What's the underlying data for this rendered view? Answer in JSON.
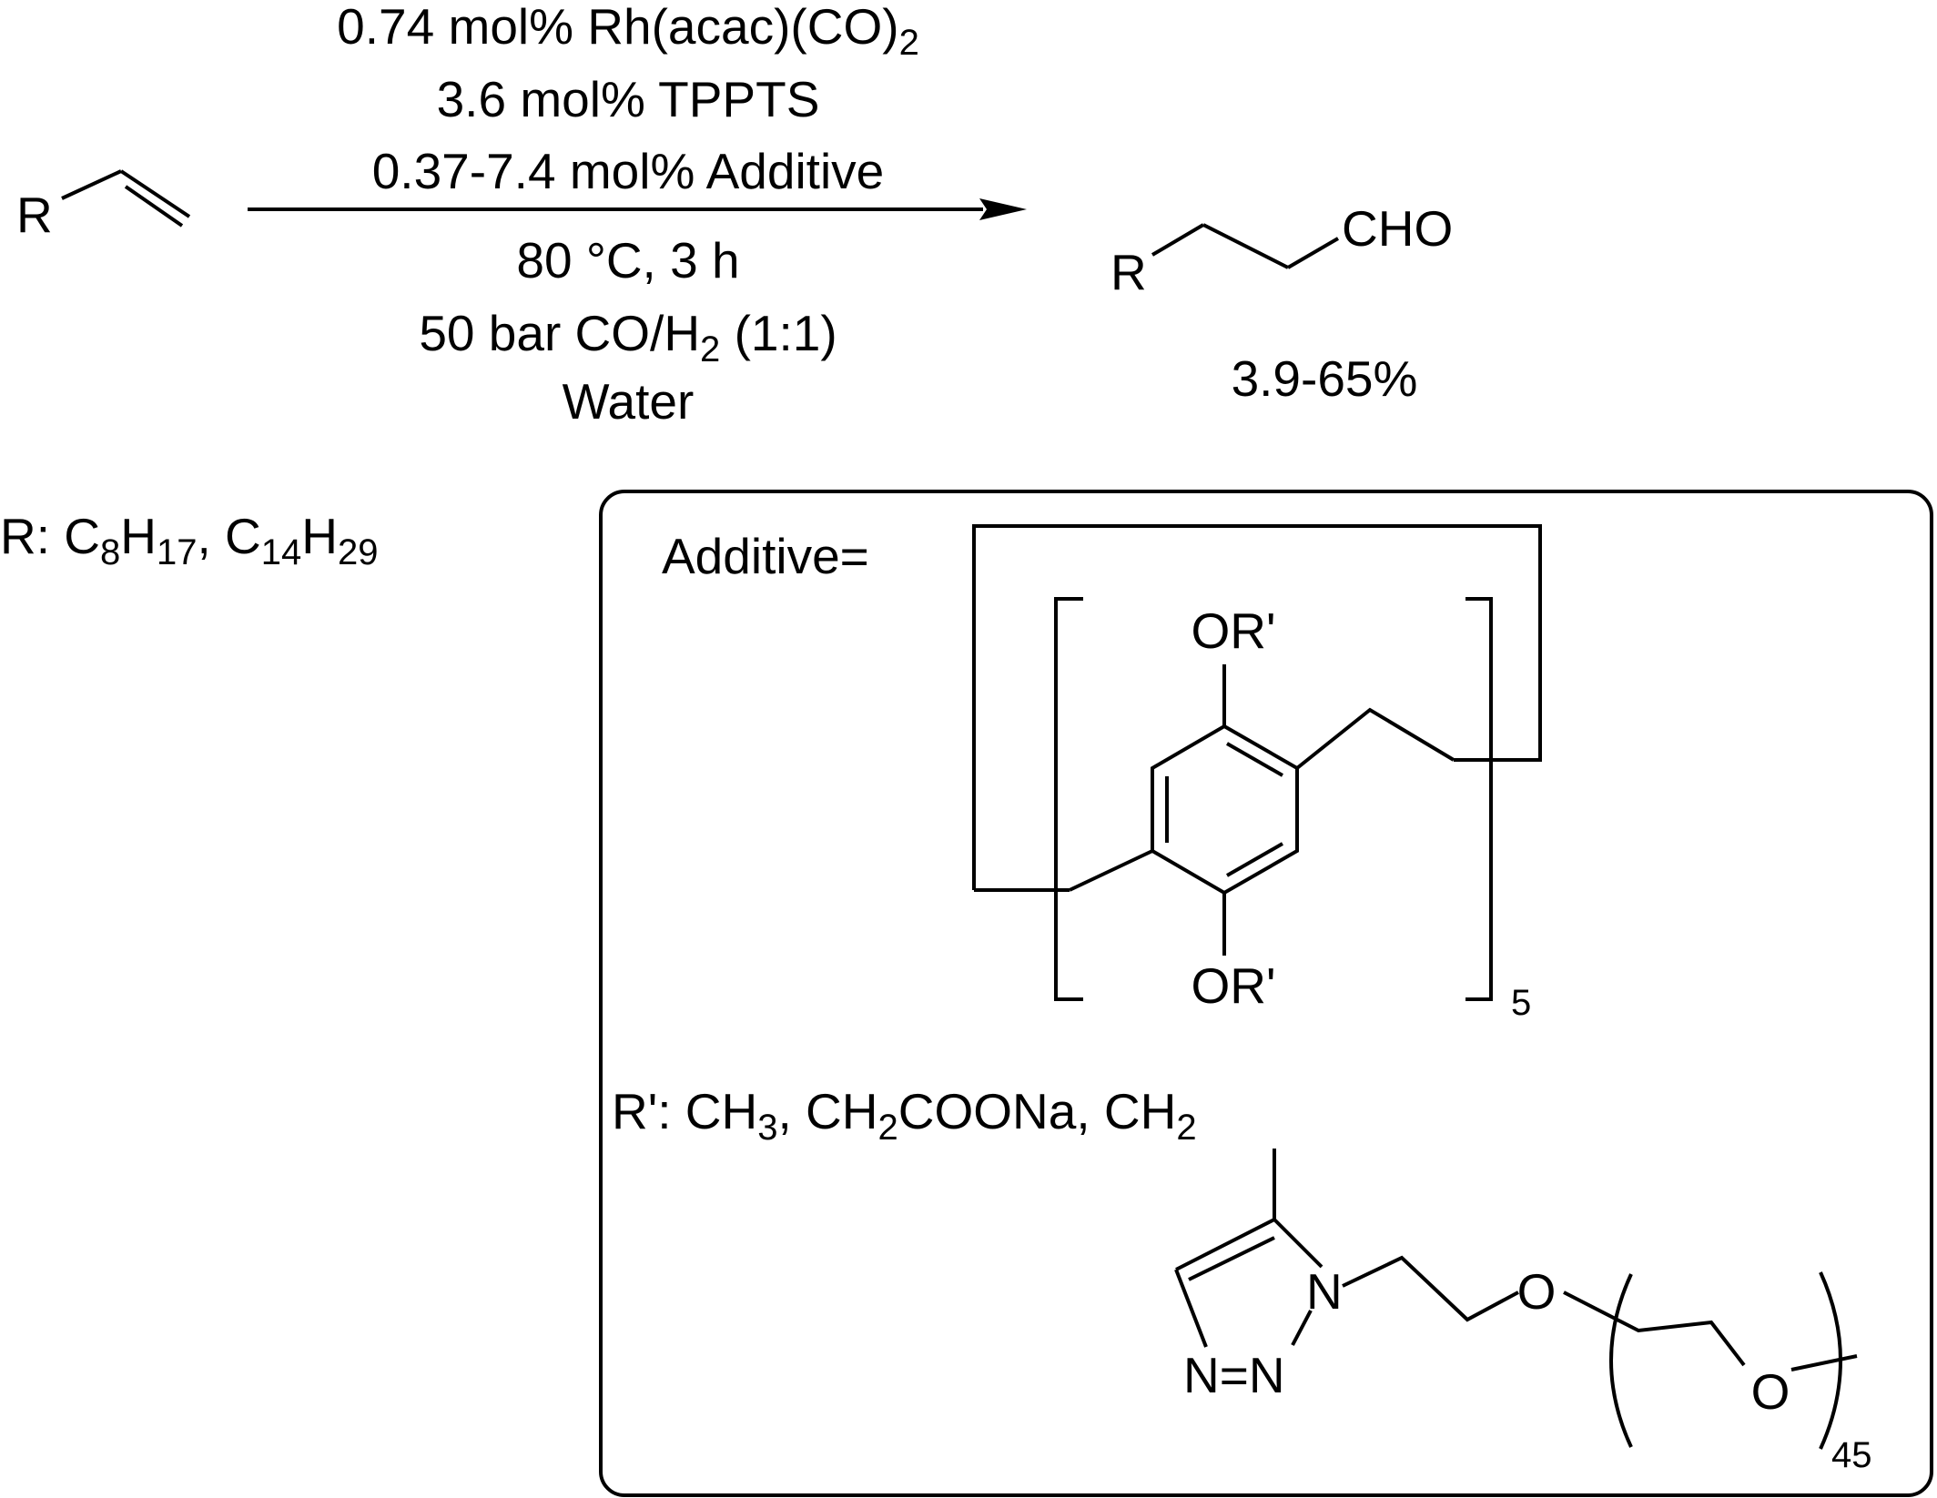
{
  "conditions": {
    "catalyst": {
      "main": "0.74 mol% Rh(acac)(CO)",
      "sub": "2"
    },
    "ligand": "3.6 mol% TPPTS",
    "additive": "0.37-7.4 mol% Additive",
    "temperature": "80 °C, 3 h",
    "pressure": {
      "pre": "50 bar CO/H",
      "sub": "2",
      "post": " (1:1)"
    },
    "solvent": "Water"
  },
  "substrate": {
    "r_label": "R"
  },
  "product": {
    "r_label": "R",
    "group": "CHO",
    "yield": "3.9-65%"
  },
  "r_definition": {
    "prefix": "R: C",
    "s1": "8",
    "m1": "H",
    "s2": "17",
    "m2": ", C",
    "s3": "14",
    "m3": "H",
    "s4": "29"
  },
  "additive_box": {
    "label": "Additive=",
    "or_top": "OR'",
    "or_bottom": "OR'",
    "repeat": "5",
    "r_prime": {
      "prefix": "R': CH",
      "s1": "3",
      "m1": ", CH",
      "s2": "2",
      "m2": "COONa, CH",
      "s3": "2"
    },
    "triazole_n1": "N",
    "triazole_n23": "N=N",
    "oxygen_1": "O",
    "oxygen_2": "O",
    "peg_repeat": "45"
  }
}
